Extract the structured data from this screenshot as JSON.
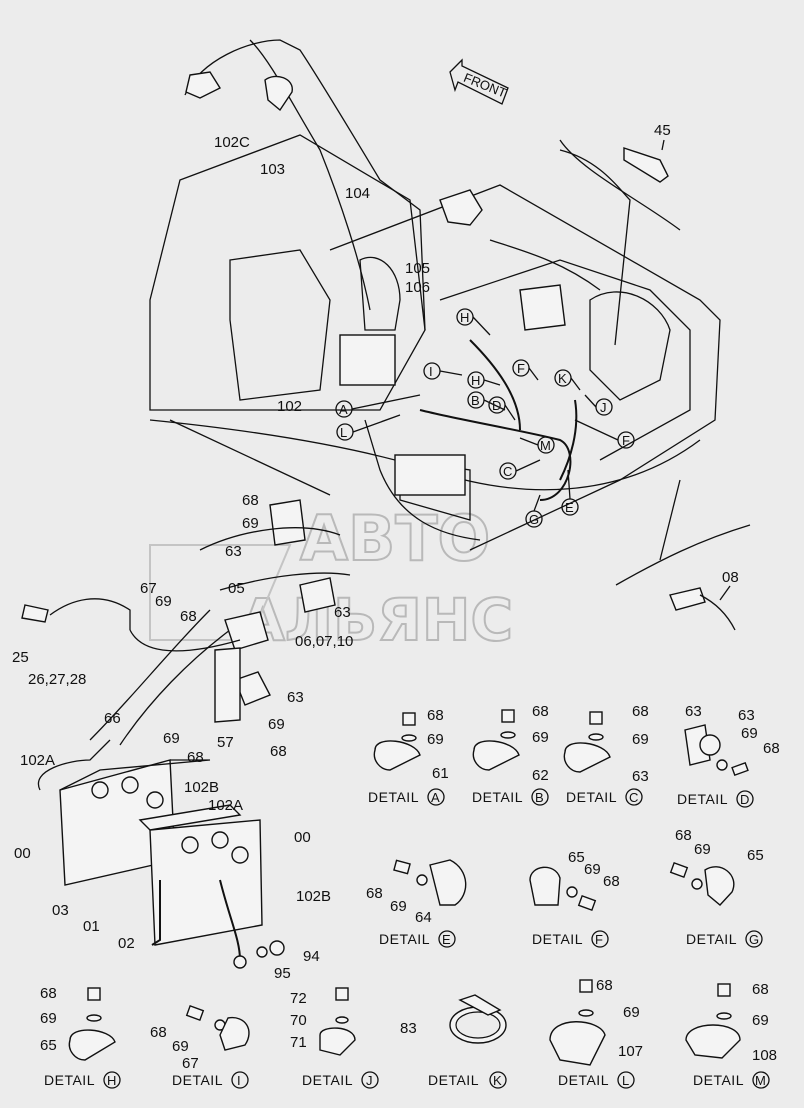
{
  "diagram": {
    "front_arrow_label": "FRONT",
    "watermark": {
      "line1": "АВТО",
      "line2": "АЛЬЯНС"
    },
    "top_labels": {
      "p45": "45",
      "p102C": "102C",
      "p103": "103",
      "p104": "104",
      "p105": "105",
      "p106": "106",
      "p102": "102",
      "p08": "08"
    },
    "callouts": {
      "A": "A",
      "B": "B",
      "C": "C",
      "D": "D",
      "E": "E",
      "F": "F",
      "G": "G",
      "H": "H",
      "I": "I",
      "J": "J",
      "K": "K",
      "L": "L",
      "M": "M"
    },
    "battery_labels": {
      "p68": "68",
      "p69": "69",
      "p63": "63",
      "p67": "67",
      "p05": "05",
      "p25": "25",
      "p26_27_28": "26,27,28",
      "p06_07_10": "06,07,10",
      "p57": "57",
      "p66": "66",
      "p102A": "102A",
      "p102B": "102B",
      "p00": "00",
      "p03": "03",
      "p01": "01",
      "p02": "02",
      "p94": "94",
      "p95": "95"
    },
    "details": {
      "word": "DETAIL",
      "A": {
        "parts": [
          "68",
          "69",
          "61"
        ]
      },
      "B": {
        "parts": [
          "68",
          "69",
          "62"
        ]
      },
      "C": {
        "parts": [
          "68",
          "69",
          "63"
        ]
      },
      "D": {
        "parts": [
          "63",
          "63",
          "69",
          "68"
        ]
      },
      "E": {
        "parts": [
          "68",
          "69",
          "64"
        ]
      },
      "F": {
        "parts": [
          "65",
          "69",
          "68"
        ]
      },
      "G": {
        "parts": [
          "68",
          "69",
          "65"
        ]
      },
      "H": {
        "parts": [
          "68",
          "69",
          "65"
        ]
      },
      "I": {
        "parts": [
          "68",
          "69",
          "67"
        ]
      },
      "J": {
        "parts": [
          "72",
          "70",
          "71"
        ]
      },
      "K": {
        "parts": [
          "83"
        ]
      },
      "L": {
        "parts": [
          "68",
          "69",
          "107"
        ]
      },
      "M": {
        "parts": [
          "68",
          "69",
          "108"
        ]
      }
    }
  }
}
